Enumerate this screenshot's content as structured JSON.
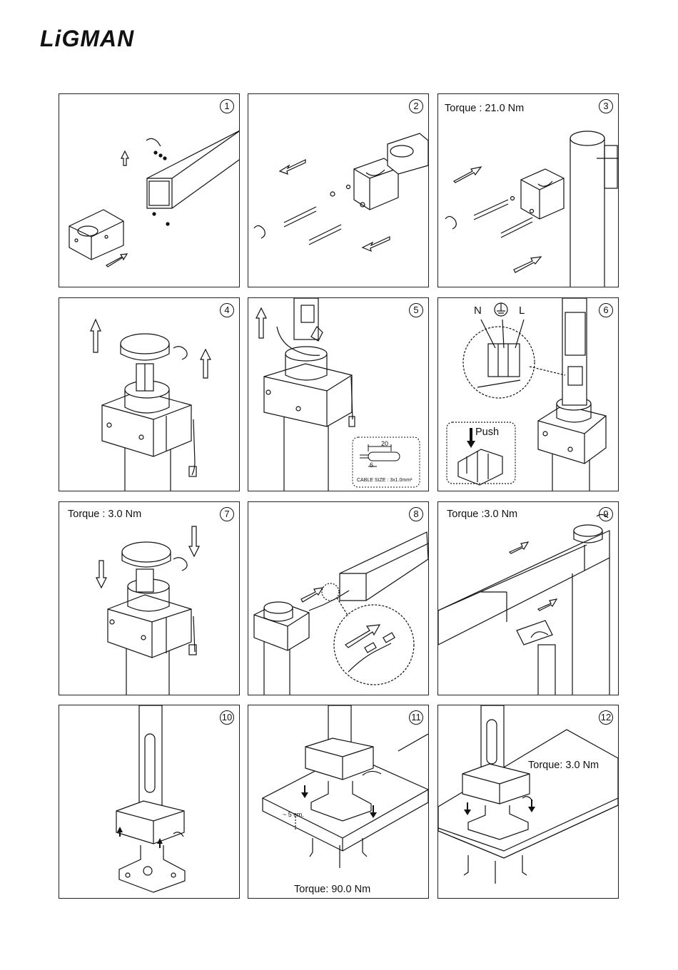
{
  "brand": {
    "name": "LiGMAN"
  },
  "steps": [
    {
      "number": "1"
    },
    {
      "number": "2"
    },
    {
      "number": "3",
      "torque": "Torque : 21.0 Nm"
    },
    {
      "number": "4"
    },
    {
      "number": "5",
      "cable_dim_a": "20",
      "cable_dim_b": "6",
      "cable_size": "CABLE SIZE : 3x1.0mm²"
    },
    {
      "number": "6",
      "label_n": "N",
      "label_l": "L",
      "push": "Push"
    },
    {
      "number": "7",
      "torque": "Torque : 3.0 Nm"
    },
    {
      "number": "8"
    },
    {
      "number": "9",
      "torque": "Torque :3.0 Nm"
    },
    {
      "number": "10"
    },
    {
      "number": "11",
      "depth": "~ 5 cm.",
      "torque": "Torque: 90.0 Nm"
    },
    {
      "number": "12",
      "torque": "Torque: 3.0 Nm"
    }
  ],
  "icons": [
    "logo",
    "wrench-icon",
    "arrow-icon",
    "earth-symbol-icon"
  ]
}
